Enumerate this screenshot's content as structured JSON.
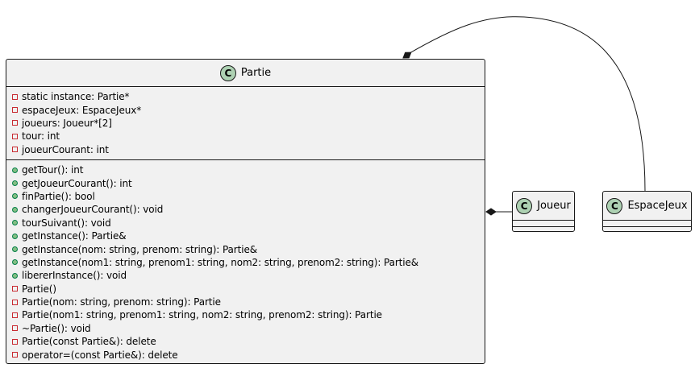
{
  "diagram": {
    "classes": [
      {
        "id": "partie",
        "name": "Partie",
        "badge": "C",
        "attributes": [
          {
            "visibility": "private",
            "text": "static instance: Partie*"
          },
          {
            "visibility": "private",
            "text": "espaceJeux: EspaceJeux*"
          },
          {
            "visibility": "private",
            "text": "joueurs: Joueur*[2]"
          },
          {
            "visibility": "private",
            "text": "tour: int"
          },
          {
            "visibility": "private",
            "text": "joueurCourant: int"
          }
        ],
        "methods": [
          {
            "visibility": "public",
            "text": "getTour(): int"
          },
          {
            "visibility": "public",
            "text": "getJoueurCourant(): int"
          },
          {
            "visibility": "public",
            "text": "finPartie(): bool"
          },
          {
            "visibility": "public",
            "text": "changerJoueurCourant(): void"
          },
          {
            "visibility": "public",
            "text": "tourSuivant(): void"
          },
          {
            "visibility": "public",
            "text": "getInstance(): Partie&"
          },
          {
            "visibility": "public",
            "text": "getInstance(nom: string, prenom: string): Partie&"
          },
          {
            "visibility": "public",
            "text": "getInstance(nom1: string, prenom1: string, nom2: string, prenom2: string): Partie&"
          },
          {
            "visibility": "public",
            "text": "libererInstance(): void"
          },
          {
            "visibility": "private",
            "text": "Partie()"
          },
          {
            "visibility": "private",
            "text": "Partie(nom: string, prenom: string): Partie"
          },
          {
            "visibility": "private",
            "text": "Partie(nom1: string, prenom1: string, nom2: string, prenom2: string): Partie"
          },
          {
            "visibility": "private",
            "text": "~Partie(): void"
          },
          {
            "visibility": "private",
            "text": "Partie(const Partie&): delete"
          },
          {
            "visibility": "private",
            "text": "operator=(const Partie&): delete"
          }
        ]
      },
      {
        "id": "joueur",
        "name": "Joueur",
        "badge": "C",
        "attributes": [],
        "methods": []
      },
      {
        "id": "espacejeux",
        "name": "EspaceJeux",
        "badge": "C",
        "attributes": [],
        "methods": []
      }
    ],
    "relations": [
      {
        "type": "composition",
        "whole": "Partie",
        "part": "Joueur"
      },
      {
        "type": "composition",
        "whole": "Partie",
        "part": "EspaceJeux"
      }
    ]
  },
  "colors": {
    "class_fill": "#f1f1f1",
    "border": "#181818",
    "class_badge": "#add1b2",
    "private_marker": "#c82930",
    "public_marker": "#84be84",
    "public_marker_border": "#038048"
  }
}
